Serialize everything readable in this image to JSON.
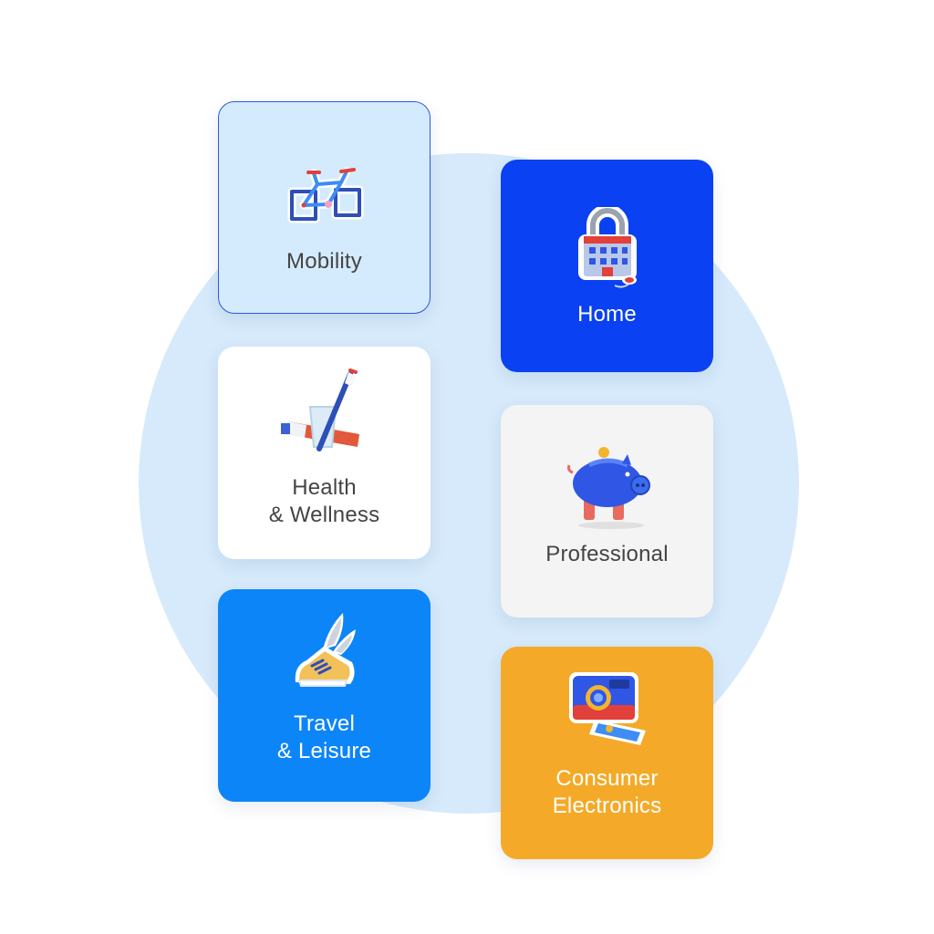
{
  "colors": {
    "background_circle": "#d6eafb",
    "mobility_bg": "#d4ebfd",
    "mobility_border": "#2f56e4",
    "home_bg": "#0a41f2",
    "health_bg": "#ffffff",
    "professional_bg": "#f4f4f4",
    "travel_bg": "#0c85f8",
    "electronics_bg": "#f4aa28",
    "dark_label": "#444444",
    "light_label": "#ffffff"
  },
  "categories": [
    {
      "key": "mobility",
      "label": "Mobility",
      "icon": "bicycle-icon"
    },
    {
      "key": "home",
      "label": "Home",
      "icon": "padlock-building-icon"
    },
    {
      "key": "health",
      "label": "Health\n& Wellness",
      "icon": "toothbrush-icon"
    },
    {
      "key": "professional",
      "label": "Professional",
      "icon": "piggy-bank-icon"
    },
    {
      "key": "travel",
      "label": "Travel\n& Leisure",
      "icon": "winged-shoe-icon"
    },
    {
      "key": "electronics",
      "label": "Consumer\nElectronics",
      "icon": "instant-camera-icon"
    }
  ]
}
